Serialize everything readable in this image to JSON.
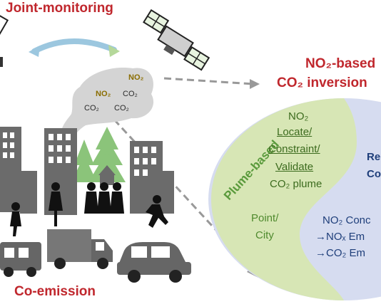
{
  "titles": {
    "joint_monitoring": "Joint-monitoring",
    "co_emission": "Co-emission",
    "no2_based": "NO₂-based",
    "co2_inversion": "CO₂ inversion"
  },
  "plume_gases": {
    "g1": "NO₂",
    "g2": "NO₂",
    "g3": "CO₂",
    "g4": "CO₂",
    "g5": "CO₂"
  },
  "yin_yang": {
    "plume_based": "Plume-based",
    "no2": "NO₂",
    "locate": "Locate/",
    "constraint": "Constraint/",
    "validate": "Validate",
    "co2_plume": "CO₂ plume",
    "point": "Point/",
    "city": "City",
    "re": "Re",
    "co": "Co",
    "no2_conc": "NO₂ Conc",
    "nox_em": "→NOₓ Em",
    "co2_em": "→CO₂ Em"
  },
  "colors": {
    "accent_red": "#c0272d",
    "green_zone": "#d7e6b5",
    "blue_zone": "#d6dcf0",
    "building_gray": "#6b6b6b",
    "tree_green": "#8bc47a"
  },
  "icons": [
    "satellite-icon",
    "arrow-dashed-icon",
    "building-icon",
    "tree-icon",
    "person-icon",
    "truck-icon",
    "car-icon",
    "bus-icon",
    "smoke-plume-icon"
  ]
}
